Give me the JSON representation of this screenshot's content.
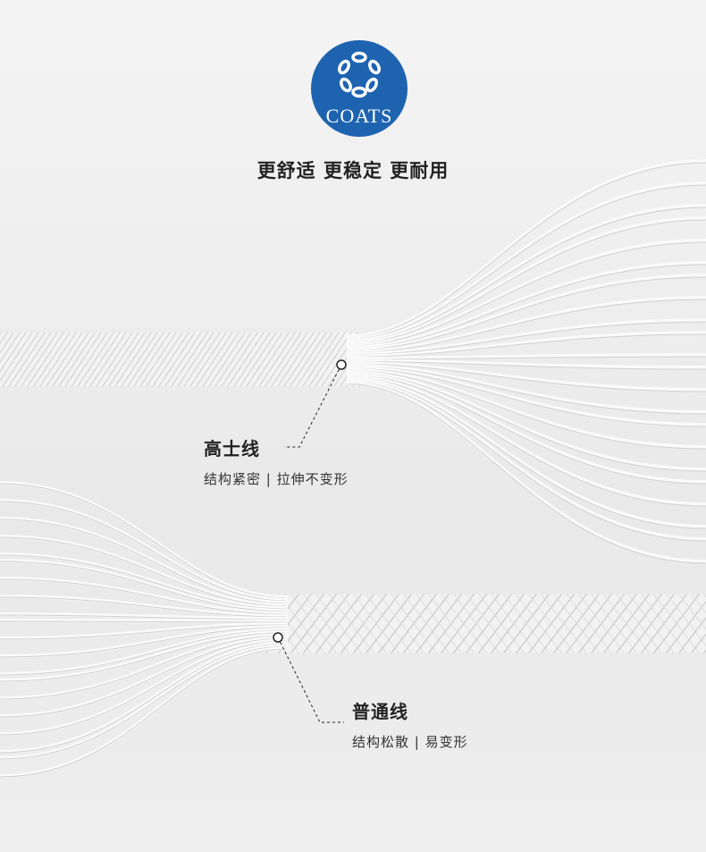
{
  "brand": {
    "name": "COATS",
    "color": "#1e63b0"
  },
  "tagline": "更舒适 更稳定 更耐用",
  "coats_thread": {
    "title": "高士线",
    "desc": "结构紧密 | 拉伸不变形"
  },
  "normal_thread": {
    "title": "普通线",
    "desc": "结构松散 | 易变形"
  }
}
